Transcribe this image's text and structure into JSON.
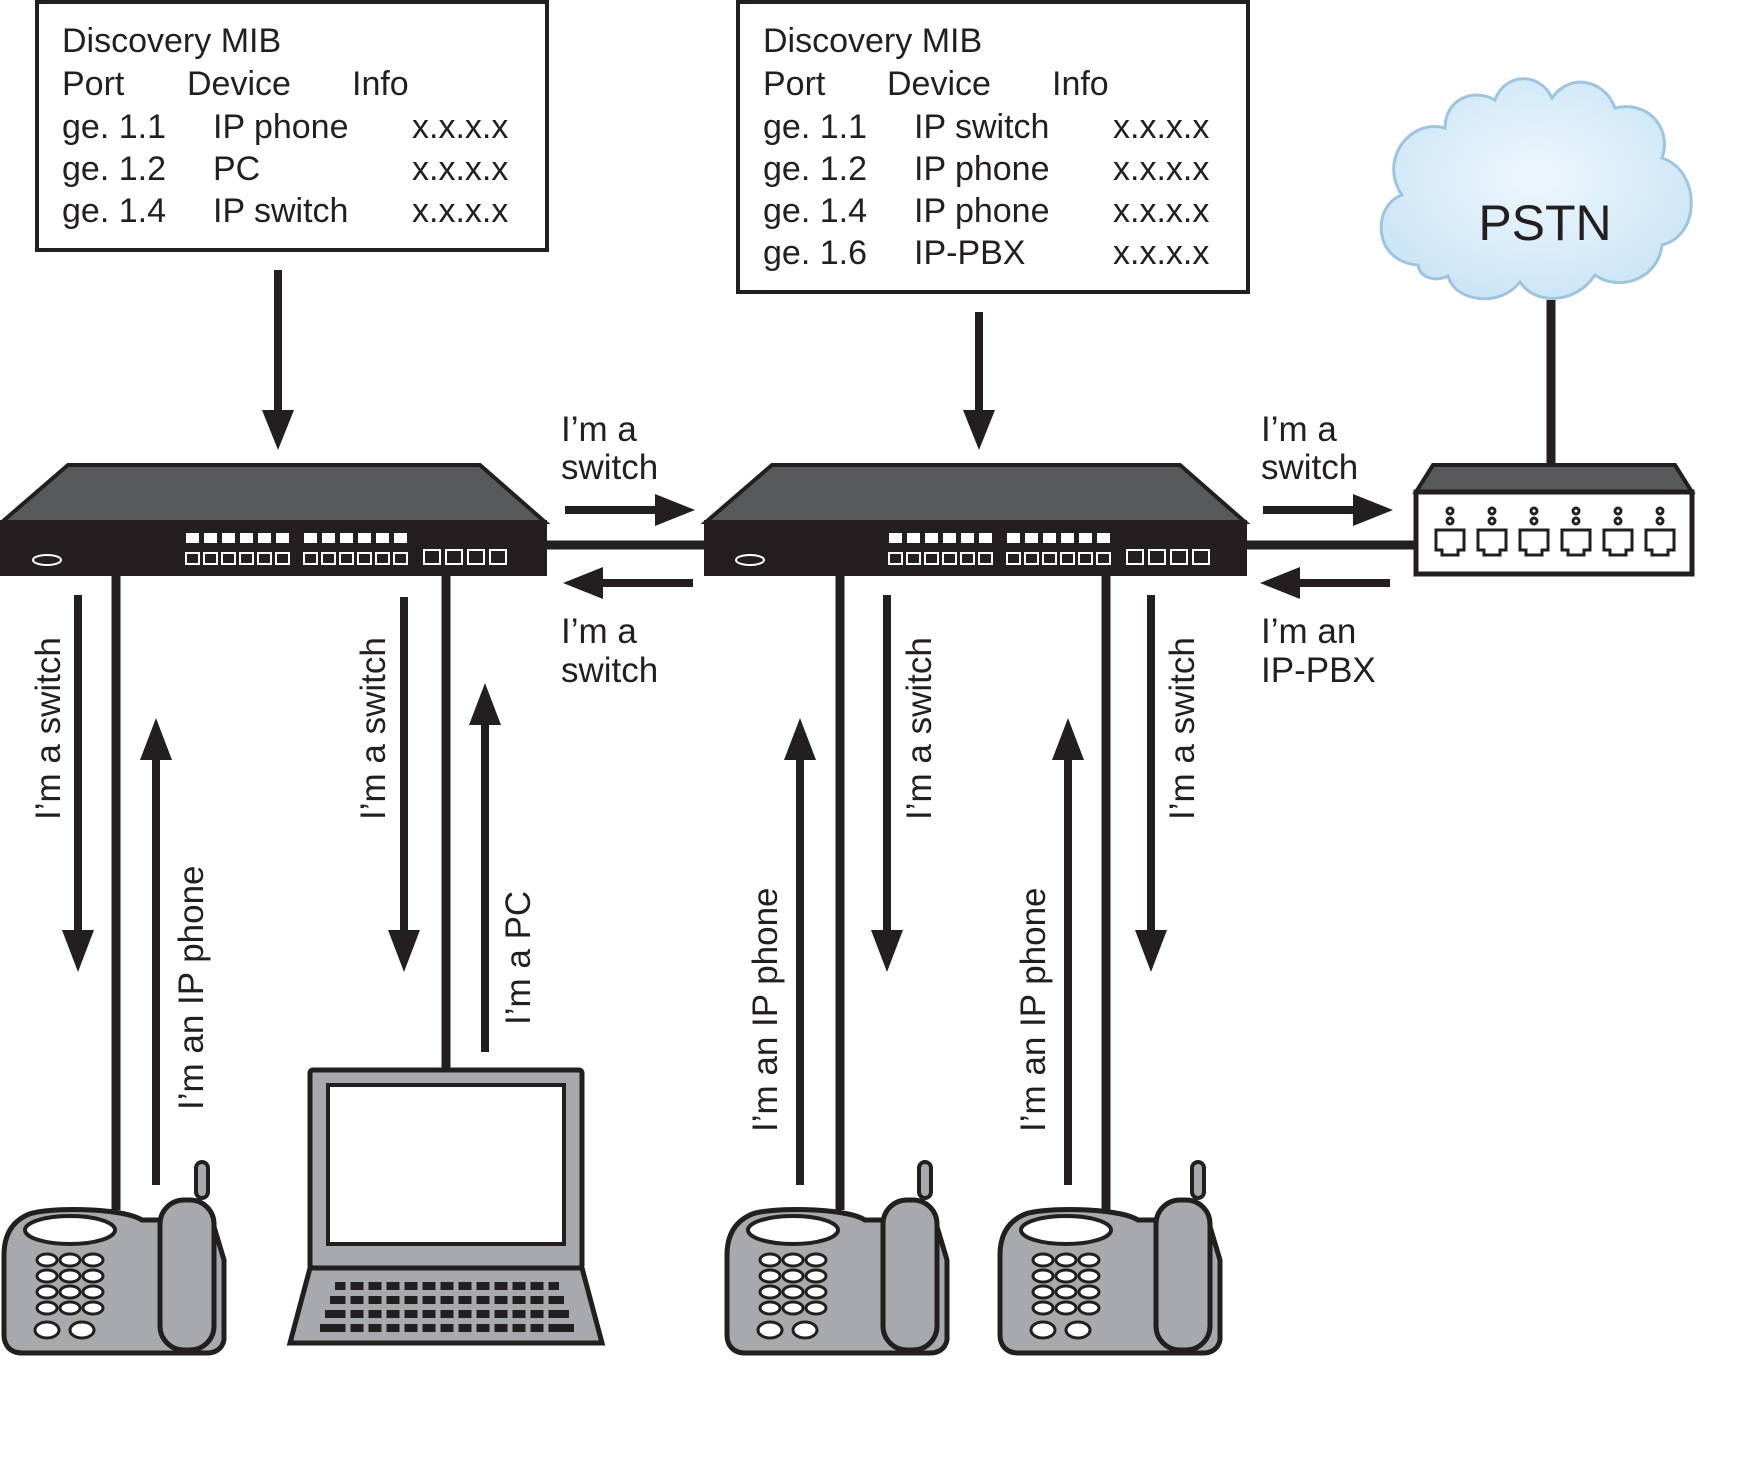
{
  "mib_left": {
    "title": "Discovery MIB",
    "headers": [
      "Port",
      "Device",
      "Info"
    ],
    "rows": [
      [
        "ge. 1.1",
        "IP phone",
        "x.x.x.x"
      ],
      [
        "ge. 1.2",
        "PC",
        "x.x.x.x"
      ],
      [
        "ge. 1.4",
        "IP switch",
        "x.x.x.x"
      ]
    ]
  },
  "mib_right": {
    "title": "Discovery MIB",
    "headers": [
      "Port",
      "Device",
      "Info"
    ],
    "rows": [
      [
        "ge. 1.1",
        "IP switch",
        "x.x.x.x"
      ],
      [
        "ge. 1.2",
        "IP phone",
        "x.x.x.x"
      ],
      [
        "ge. 1.4",
        "IP phone",
        "x.x.x.x"
      ],
      [
        "ge. 1.6",
        "IP-PBX",
        "x.x.x.x"
      ]
    ]
  },
  "cloud": {
    "label": "PSTN"
  },
  "messages": {
    "sw1_to_sw2": [
      "I’m a",
      "switch"
    ],
    "sw2_to_sw1": [
      "I’m a",
      "switch"
    ],
    "sw2_to_pbx": [
      "I’m a",
      "switch"
    ],
    "pbx_to_sw2": [
      "I’m an",
      "IP-PBX"
    ],
    "sw1_to_phone1": "I’m a switch",
    "phone1_to_sw1": "I’m an IP phone",
    "sw1_to_pc": "I’m a switch",
    "pc_to_sw1": "I’m a PC",
    "phone2_to_sw2": "I’m an IP phone",
    "sw2_to_phone2": "I’m a switch",
    "phone3_to_sw2": "I’m an IP phone",
    "sw2_to_phone3": "I’m a switch"
  },
  "colors": {
    "device_gray": "#a7a9ac",
    "device_dark": "#58595b",
    "cloud_fill": "#d6ecf8",
    "ink": "#231f20"
  }
}
